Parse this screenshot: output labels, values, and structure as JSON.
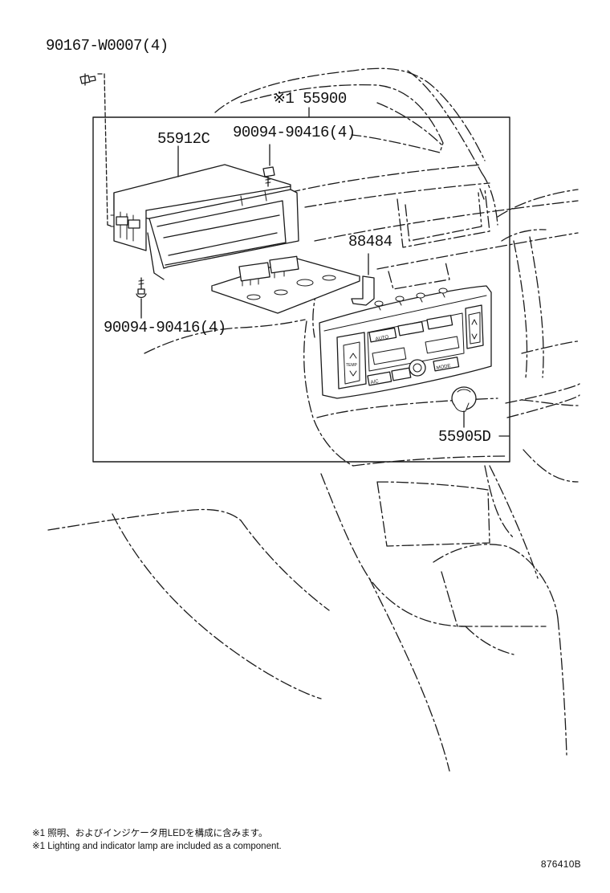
{
  "parts": {
    "bolt_top": "90167-W0007(4)",
    "assembly": "※1 55900",
    "pocket": "55912C",
    "screw_upper": "90094-90416(4)",
    "bracket": "88484",
    "screw_lower": "90094-90416(4)",
    "knob": "55905D"
  },
  "panel_labels": {
    "auto": "AUTO",
    "temp": "TEMP",
    "ac": "A/C",
    "mode": "MODE"
  },
  "notes": {
    "jp": "※1 照明、およびインジケータ用LEDを構成に含みます。",
    "en": "※1 Lighting and indicator lamp are included as a component."
  },
  "illustration_code": "876410B",
  "colors": {
    "line": "#1a1a1a",
    "background": "#ffffff"
  }
}
